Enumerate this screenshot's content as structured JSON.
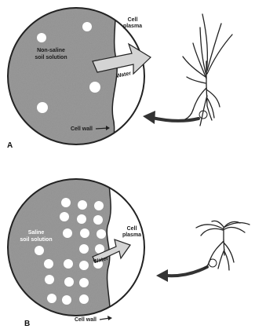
{
  "panel_a": {
    "panel_label": "A",
    "soil_label_line1": "Non-saline",
    "soil_label_line2": "soil solution",
    "cell_label_line1": "Cell",
    "cell_label_line2": "plasma",
    "water_label": "Water",
    "cell_wall_label": "Cell wall"
  },
  "panel_b": {
    "panel_label": "B",
    "soil_label_line1": "Saline",
    "soil_label_line2": "soil solution",
    "cell_label_line1": "Cell",
    "cell_label_line2": "plasma",
    "water_label": "Water",
    "cell_wall_label": "Cell wall"
  },
  "colors": {
    "soil_fill": "#9a9a9a",
    "cell_fill": "#ffffff",
    "outline": "#222222",
    "arrow_fill": "#cfcfcf",
    "curved_arrow": "#333333"
  }
}
